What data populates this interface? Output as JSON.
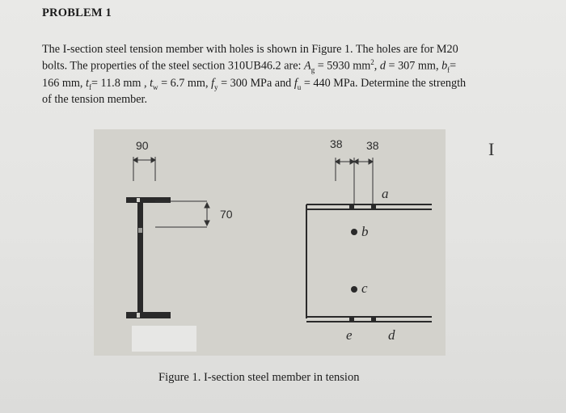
{
  "problem": {
    "heading": "PROBLEM 1",
    "lines": {
      "l1": "The I-section steel tension member with holes is shown in Figure 1. The holes are for M20",
      "l2a": "bolts. The properties of the steel section 310UB46.2 are: ",
      "l2b": "A",
      "l2c": "g",
      "l2d": " = 5930 mm",
      "l2e": "2",
      "l2f": ", ",
      "l2g": "d",
      "l2h": " = 307 mm, ",
      "l2i": "b",
      "l2j": "f",
      "l2k": "=",
      "l3a": "166 mm, ",
      "l3b": "t",
      "l3c": "f",
      "l3d": "= 11.8 mm , ",
      "l3e": "t",
      "l3f": "w",
      "l3g": " = 6.7 mm, ",
      "l3h": "f",
      "l3i": "y",
      "l3j": " = 300 MPa and ",
      "l3k": "f",
      "l3l": "u",
      "l3m": " = 440 MPa. Determine the strength",
      "l4": "of the tension member."
    }
  },
  "figure": {
    "dim_flange": "90",
    "dim_web": "70",
    "dim_gauge_1": "38",
    "dim_gauge_2": "38",
    "point_a": "a",
    "point_b": "b",
    "point_c": "c",
    "point_d": "d",
    "point_e": "e",
    "caption": "Figure 1. I-section steel member in tension"
  },
  "cursor_glyph": "I"
}
